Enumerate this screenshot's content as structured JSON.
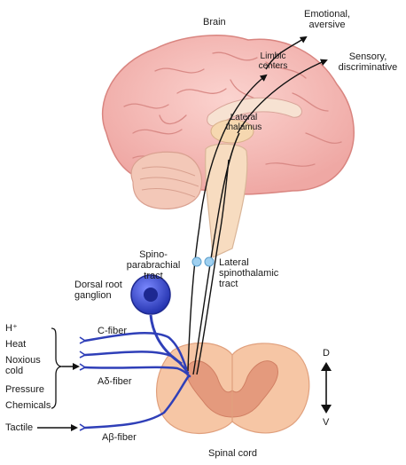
{
  "labels": {
    "brain": "Brain",
    "emotional_line1": "Emotional,",
    "emotional_line2": "aversive",
    "sensory_line1": "Sensory,",
    "sensory_line2": "discriminative",
    "limbic_line1": "Limbic",
    "limbic_line2": "centers",
    "lateral_thalamus_line1": "Lateral",
    "lateral_thalamus_line2": "thalamus",
    "spino_line1": "Spino-",
    "spino_line2": "parabrachial",
    "spino_line3": "tract",
    "lateral_tract_line1": "Lateral",
    "lateral_tract_line2": "spinothalamic",
    "lateral_tract_line3": "tract",
    "drg_line1": "Dorsal root",
    "drg_line2": "ganglion",
    "h_plus": "H⁺",
    "heat": "Heat",
    "noxious_line1": "Noxious",
    "noxious_line2": "cold",
    "pressure": "Pressure",
    "chemicals": "Chemicals",
    "tactile": "Tactile",
    "c_fiber": "C-fiber",
    "a_delta_fiber": "Aδ-fiber",
    "a_beta_fiber": "Aβ-fiber",
    "spinal_cord": "Spinal cord",
    "dorsal": "D",
    "ventral": "V"
  },
  "colors": {
    "brain_fill": "#f4b7b3",
    "brain_stroke": "#d9837f",
    "cerebellum": "#f3c8b8",
    "brainstem": "#f7dcc0",
    "thalamus": "#f6d8b0",
    "cord_white": "#f6c6a5",
    "cord_gray": "#e49a7d",
    "fiber_blue": "#2f3fb8",
    "ganglion_blue": "#3446c8",
    "tract_dot": "#9fd0f0",
    "arrow_black": "#111111"
  }
}
